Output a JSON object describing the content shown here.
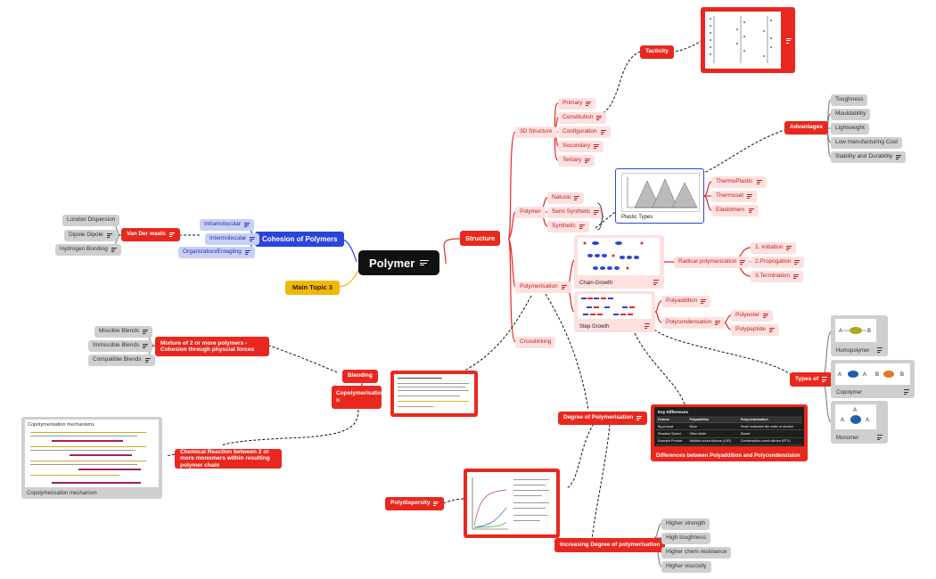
{
  "root": {
    "label": "Polymer"
  },
  "main_topic": {
    "label": "Main Topic 3"
  },
  "structure": {
    "label": "Structure",
    "3d": {
      "label": "3D Structure",
      "items": [
        "Primary",
        "Constitution",
        "Configuration",
        "Secondary",
        "Tertiary"
      ]
    },
    "tacticity": {
      "label": "Tacticity"
    },
    "polymer": {
      "label": "Polymer",
      "items": [
        "Natural",
        "Semi Synthetic",
        "Synthetic"
      ]
    },
    "plastic_types": {
      "label": "Plastic Types",
      "items": [
        "ThermoPlastic",
        "Thermoset",
        "Elastomers"
      ]
    },
    "advantages": {
      "label": "Advantages",
      "items": [
        "Toughness",
        "Mouldability",
        "Lightweight",
        "Low manufacturing Cost",
        "Stability and Durability"
      ]
    },
    "polymerisation": {
      "label": "Polymerisation"
    },
    "chain_growth": {
      "label": "Chain-Growth"
    },
    "radical": {
      "label": "Radical polymerization",
      "items": [
        "1. Initiation",
        "2.Propogation",
        "3.Termination"
      ]
    },
    "step_growth": {
      "label": "Step Growth"
    },
    "polyaddition": {
      "label": "Polyaddition"
    },
    "polycondensation": {
      "label": "Polycondensation",
      "items": [
        "Polyester",
        "Polypeptide"
      ]
    },
    "types_of": {
      "label": "Types of",
      "cards": [
        "Homopolymer",
        "Copolymer",
        "Monomer"
      ]
    },
    "crosslinking": {
      "label": "Crosslinking"
    },
    "key_differences": {
      "label": "Differences between Polyaddition and Polycondenstaion",
      "title": "Key Differences",
      "rows": [
        [
          "Feature",
          "Polyaddition",
          "Polycondensation"
        ],
        [
          "By-product",
          "None",
          "Small molecules like water or alcohol"
        ],
        [
          "Reaction Speed",
          "Often faster",
          "Slower"
        ],
        [
          "Example Product",
          "Addition-cured silicone (LSR)",
          "Condensation-cured silicone (RTV)"
        ]
      ]
    },
    "degree": {
      "label": "Degree of Polymerisation"
    },
    "polydispersity": {
      "label": "Polydispersity"
    },
    "increasing_degree": {
      "label": "Increasing Degree of polymerisation",
      "items": [
        "Higher strength",
        "High toughness",
        "Higher chem resistance",
        "Higher viscosity"
      ]
    }
  },
  "cohesion": {
    "label": "Cohesion of Polymers",
    "items": [
      "Intramolecular",
      "Intermolecular",
      "Organization/Entagling"
    ],
    "van_der_waals": {
      "label": "Van Der waals",
      "items": [
        "London Dispersion",
        "Dipole Dipole",
        "Hydrogen Bonding"
      ]
    }
  },
  "blending": {
    "label": "Blending",
    "mixture": {
      "label": "Mixture of 2 or more polymers - Cohesion through physcial forces",
      "items": [
        "Miscible Blends",
        "Immiscible Blends",
        "Compatible Blends"
      ]
    }
  },
  "copolymerisation": {
    "label": "Copolymerisatio n",
    "chemical": {
      "label": "Chemical Reaction between 2 or more monomers within resulting polymer chain"
    },
    "mechanism": {
      "label": "Copolymerisation mechanism",
      "heading": "Copolymerisation mechanisms"
    }
  },
  "colors": {
    "red": "#e8281e",
    "pink": "#fde0e0",
    "blue": "#2a45d8",
    "yellow": "#f2b705",
    "grey": "#cfcfcf",
    "dark": "#111111"
  }
}
